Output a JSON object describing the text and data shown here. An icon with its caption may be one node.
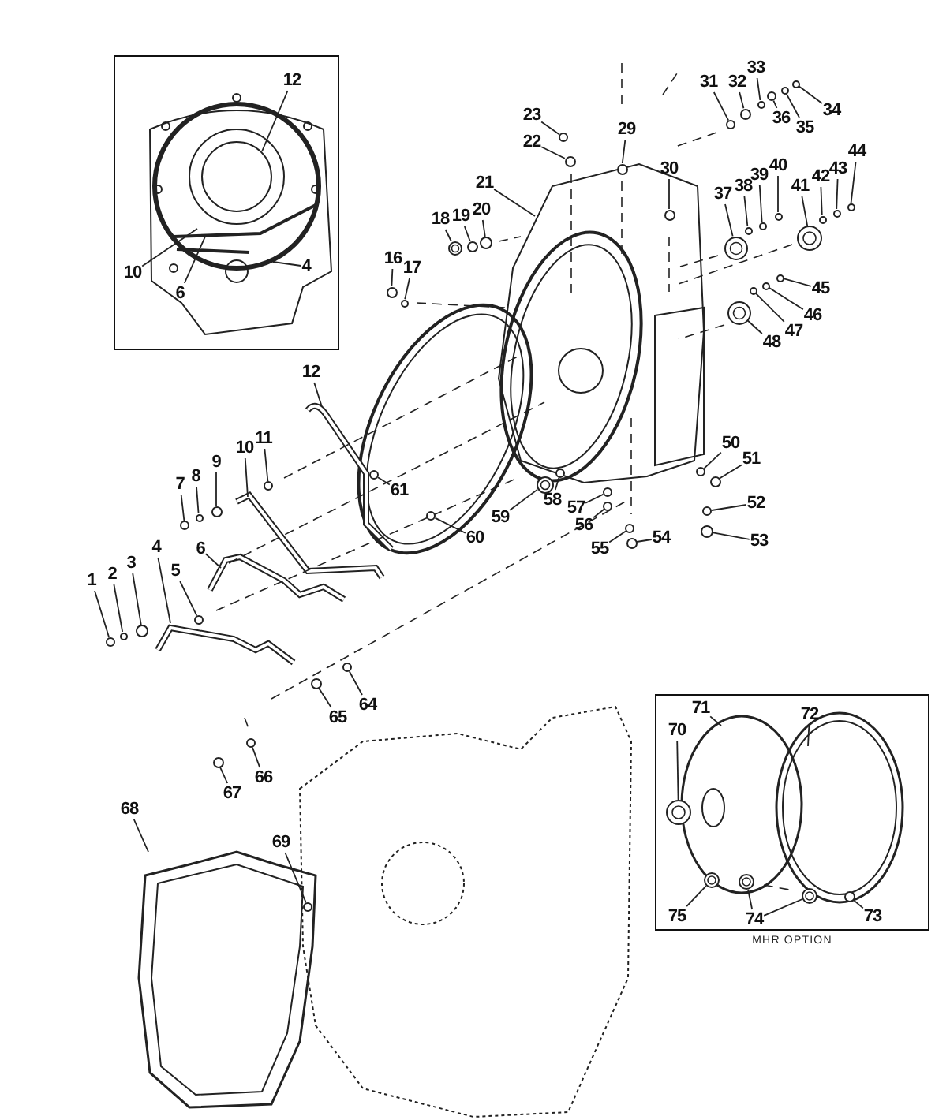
{
  "diagram": {
    "nodes": [
      {
        "text": [],
        "shape": "box"
      },
      {
        "text": [
          "12"
        ],
        "in": 0
      },
      {
        "text": [
          "10"
        ],
        "in": 0
      },
      {
        "text": [
          "6"
        ],
        "in": 0
      },
      {
        "text": [
          "4"
        ],
        "in": 0
      },
      {
        "text": [
          "23"
        ]
      },
      {
        "text": [
          "22"
        ]
      },
      {
        "text": [
          "29"
        ]
      },
      {
        "text": [
          "31"
        ]
      },
      {
        "text": [
          "32"
        ]
      },
      {
        "text": [
          "33"
        ]
      },
      {
        "text": [
          "36"
        ]
      },
      {
        "text": [
          "35"
        ]
      },
      {
        "text": [
          "34"
        ]
      },
      {
        "text": [
          "21"
        ]
      },
      {
        "text": [
          "30"
        ]
      },
      {
        "text": [
          "18"
        ]
      },
      {
        "text": [
          "19"
        ]
      },
      {
        "text": [
          "20"
        ]
      },
      {
        "text": [
          "37"
        ]
      },
      {
        "text": [
          "38"
        ]
      },
      {
        "text": [
          "39"
        ]
      },
      {
        "text": [
          "40"
        ]
      },
      {
        "text": [
          "41"
        ]
      },
      {
        "text": [
          "42"
        ]
      },
      {
        "text": [
          "43"
        ]
      },
      {
        "text": [
          "44"
        ]
      },
      {
        "text": [
          "16"
        ]
      },
      {
        "text": [
          "17"
        ]
      },
      {
        "text": [
          "45"
        ]
      },
      {
        "text": [
          "46"
        ]
      },
      {
        "text": [
          "47"
        ]
      },
      {
        "text": [
          "48"
        ]
      },
      {
        "text": [
          "12"
        ]
      },
      {
        "text": [
          "11"
        ]
      },
      {
        "text": [
          "10"
        ]
      },
      {
        "text": [
          "9"
        ]
      },
      {
        "text": [
          "8"
        ]
      },
      {
        "text": [
          "7"
        ]
      },
      {
        "text": [
          "61"
        ]
      },
      {
        "text": [
          "6"
        ]
      },
      {
        "text": [
          "60"
        ]
      },
      {
        "text": [
          "4"
        ]
      },
      {
        "text": [
          "5"
        ]
      },
      {
        "text": [
          "3"
        ]
      },
      {
        "text": [
          "2"
        ]
      },
      {
        "text": [
          "1"
        ]
      },
      {
        "text": [
          "50"
        ]
      },
      {
        "text": [
          "51"
        ]
      },
      {
        "text": [
          "52"
        ]
      },
      {
        "text": [
          "53"
        ]
      },
      {
        "text": [
          "57"
        ]
      },
      {
        "text": [
          "58"
        ]
      },
      {
        "text": [
          "59"
        ]
      },
      {
        "text": [
          "56"
        ]
      },
      {
        "text": [
          "55"
        ]
      },
      {
        "text": [
          "54"
        ]
      },
      {
        "text": [
          "64"
        ]
      },
      {
        "text": [
          "65"
        ]
      },
      {
        "text": [
          "66"
        ]
      },
      {
        "text": [
          "67"
        ]
      },
      {
        "text": [
          "68"
        ]
      },
      {
        "text": [
          "69"
        ]
      },
      {
        "text": [
          "MHR OPTION"
        ]
      },
      {
        "text": [
          "70"
        ],
        "in": 63
      },
      {
        "text": [
          "71"
        ],
        "in": 63
      },
      {
        "text": [
          "72"
        ],
        "in": 63
      },
      {
        "text": [
          "75"
        ],
        "in": 63
      },
      {
        "text": [
          "74"
        ],
        "in": 63
      },
      {
        "text": [
          "73"
        ],
        "in": 63
      },
      {
        "text": [],
        "shape": "circle"
      },
      {
        "text": [],
        "shape": "circle"
      },
      {
        "text": [],
        "shape": "circle"
      },
      {
        "text": [],
        "shape": "circle"
      },
      {
        "text": [],
        "shape": "circle"
      },
      {
        "text": [],
        "shape": "circle"
      },
      {
        "text": [],
        "shape": "circle"
      },
      {
        "text": [],
        "shape": "circle"
      },
      {
        "text": [],
        "shape": "circle"
      },
      {
        "text": [],
        "shape": "circle"
      },
      {
        "text": [],
        "shape": "circle"
      },
      {
        "text": [],
        "shape": "circle"
      },
      {
        "text": [],
        "shape": "circle"
      },
      {
        "text": [],
        "shape": "circle"
      },
      {
        "text": [],
        "shape": "circle"
      },
      {
        "text": [],
        "shape": "circle"
      },
      {
        "text": [],
        "shape": "circle"
      },
      {
        "text": [],
        "shape": "circle"
      },
      {
        "text": [],
        "shape": "circle"
      },
      {
        "text": [],
        "shape": "circle"
      },
      {
        "text": [],
        "shape": "circle"
      },
      {
        "text": [],
        "shape": "circle"
      },
      {
        "text": [],
        "shape": "circle"
      },
      {
        "text": [],
        "shape": "circle"
      },
      {
        "text": [],
        "shape": "circle"
      },
      {
        "text": [],
        "shape": "circle"
      },
      {
        "text": [],
        "shape": "circle"
      },
      {
        "text": [],
        "shape": "circle"
      },
      {
        "text": [],
        "shape": "circle"
      },
      {
        "text": [],
        "shape": "circle"
      },
      {
        "text": [],
        "shape": "circle"
      },
      {
        "text": [],
        "shape": "circle"
      },
      {
        "text": [],
        "shape": "circle"
      },
      {
        "text": [],
        "shape": "circle"
      },
      {
        "text": [],
        "shape": "circle"
      },
      {
        "text": [],
        "shape": "circle"
      },
      {
        "text": [],
        "shape": "circle"
      },
      {
        "text": [],
        "shape": "circle"
      },
      {
        "text": [],
        "shape": "circle"
      },
      {
        "text": [],
        "shape": "circle"
      },
      {
        "text": [],
        "shape": "circle"
      },
      {
        "text": [],
        "shape": "circle"
      },
      {
        "text": [],
        "shape": "circle"
      },
      {
        "text": [],
        "shape": "circle"
      },
      {
        "text": [],
        "shape": "circle"
      },
      {
        "text": [],
        "shape": "circle"
      },
      {
        "text": [],
        "shape": "circle"
      },
      {
        "text": [],
        "shape": "circle"
      },
      {
        "text": [],
        "shape": "circle"
      },
      {
        "text": [],
        "shape": "circle"
      },
      {
        "text": [],
        "shape": "circle"
      },
      {
        "text": [],
        "shape": "circle"
      },
      {
        "text": [],
        "shape": "circle",
        "in": 63
      },
      {
        "text": [],
        "shape": "circle",
        "in": 63
      },
      {
        "text": [],
        "shape": "circle",
        "in": 63
      },
      {
        "text": [],
        "shape": "circle",
        "in": 63
      },
      {
        "text": [],
        "shape": "circle",
        "in": 63
      }
    ],
    "edges": [
      {
        "from": 1,
        "to": null,
        "arrow": "none"
      },
      {
        "from": 2,
        "to": null,
        "arrow": "none"
      },
      {
        "from": 3,
        "to": null,
        "arrow": "none"
      },
      {
        "from": 4,
        "to": null,
        "arrow": "none"
      },
      {
        "from": 5,
        "to": 70,
        "arrow": "none"
      },
      {
        "from": 6,
        "to": 71,
        "arrow": "none"
      },
      {
        "from": 7,
        "to": 72,
        "arrow": "none"
      },
      {
        "from": 8,
        "to": 73,
        "arrow": "none"
      },
      {
        "from": 9,
        "to": 74,
        "arrow": "none"
      },
      {
        "from": 10,
        "to": 75,
        "arrow": "none"
      },
      {
        "from": 11,
        "to": 76,
        "arrow": "none"
      },
      {
        "from": 12,
        "to": 77,
        "arrow": "none"
      },
      {
        "from": 13,
        "to": 78,
        "arrow": "none"
      },
      {
        "from": 14,
        "to": null,
        "arrow": "none"
      },
      {
        "from": 15,
        "to": 79,
        "arrow": "none"
      },
      {
        "from": 16,
        "to": 80,
        "arrow": "none"
      },
      {
        "from": 17,
        "to": 81,
        "arrow": "none"
      },
      {
        "from": 18,
        "to": 82,
        "arrow": "none"
      },
      {
        "from": 19,
        "to": 83,
        "arrow": "none"
      },
      {
        "from": 20,
        "to": 84,
        "arrow": "none"
      },
      {
        "from": 21,
        "to": 85,
        "arrow": "none"
      },
      {
        "from": 22,
        "to": 86,
        "arrow": "none"
      },
      {
        "from": 23,
        "to": 87,
        "arrow": "none"
      },
      {
        "from": 24,
        "to": 88,
        "arrow": "none"
      },
      {
        "from": 25,
        "to": 89,
        "arrow": "none"
      },
      {
        "from": 26,
        "to": 90,
        "arrow": "none"
      },
      {
        "from": 27,
        "to": 91,
        "arrow": "none"
      },
      {
        "from": 28,
        "to": 92,
        "arrow": "none"
      },
      {
        "from": 29,
        "to": 93,
        "arrow": "none"
      },
      {
        "from": 30,
        "to": 94,
        "arrow": "none"
      },
      {
        "from": 31,
        "to": 95,
        "arrow": "none"
      },
      {
        "from": 32,
        "to": 96,
        "arrow": "none"
      },
      {
        "from": 33,
        "to": null,
        "arrow": "none"
      },
      {
        "from": 34,
        "to": 97,
        "arrow": "none"
      },
      {
        "from": 35,
        "to": null,
        "arrow": "none"
      },
      {
        "from": 36,
        "to": 98,
        "arrow": "none"
      },
      {
        "from": 37,
        "to": 99,
        "arrow": "none"
      },
      {
        "from": 38,
        "to": 100,
        "arrow": "none"
      },
      {
        "from": 39,
        "to": 101,
        "arrow": "none"
      },
      {
        "from": 40,
        "to": null,
        "arrow": "none"
      },
      {
        "from": 41,
        "to": 102,
        "arrow": "none"
      },
      {
        "from": 42,
        "to": null,
        "arrow": "none"
      },
      {
        "from": 43,
        "to": 103,
        "arrow": "none"
      },
      {
        "from": 44,
        "to": 104,
        "arrow": "none"
      },
      {
        "from": 45,
        "to": 105,
        "arrow": "none"
      },
      {
        "from": 46,
        "to": 106,
        "arrow": "none"
      },
      {
        "from": 47,
        "to": 107,
        "arrow": "none"
      },
      {
        "from": 48,
        "to": 108,
        "arrow": "none"
      },
      {
        "from": 49,
        "to": 109,
        "arrow": "none"
      },
      {
        "from": 50,
        "to": 110,
        "arrow": "none"
      },
      {
        "from": 51,
        "to": 111,
        "arrow": "none"
      },
      {
        "from": 52,
        "to": 112,
        "arrow": "none"
      },
      {
        "from": 53,
        "to": 113,
        "arrow": "none"
      },
      {
        "from": 54,
        "to": 114,
        "arrow": "none"
      },
      {
        "from": 55,
        "to": 115,
        "arrow": "none"
      },
      {
        "from": 56,
        "to": 116,
        "arrow": "none"
      },
      {
        "from": 57,
        "to": 117,
        "arrow": "none"
      },
      {
        "from": 58,
        "to": 118,
        "arrow": "none"
      },
      {
        "from": 59,
        "to": 119,
        "arrow": "none"
      },
      {
        "from": 60,
        "to": 120,
        "arrow": "none"
      },
      {
        "from": 61,
        "to": null,
        "arrow": "none"
      },
      {
        "from": 62,
        "to": 121,
        "arrow": "none"
      },
      {
        "from": 64,
        "to": 122,
        "arrow": "none"
      },
      {
        "from": 65,
        "to": null,
        "arrow": "none"
      },
      {
        "from": 66,
        "to": null,
        "arrow": "none"
      },
      {
        "from": 67,
        "to": 123,
        "arrow": "none"
      },
      {
        "from": 68,
        "to": 124,
        "arrow": "none"
      },
      {
        "from": 68,
        "to": 125,
        "arrow": "none"
      },
      {
        "from": 69,
        "to": 126,
        "arrow": "none"
      }
    ]
  }
}
